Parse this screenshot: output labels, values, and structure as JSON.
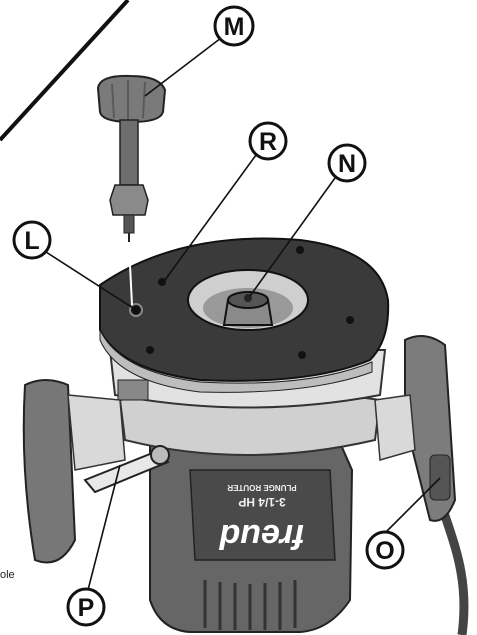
{
  "callouts": {
    "m": "M",
    "r": "R",
    "n": "N",
    "l": "L",
    "p": "P",
    "o": "O"
  },
  "product": {
    "brand": "freud",
    "model_line1": "3-1/4 HP",
    "model_line2": "PLUNGE ROUTER"
  },
  "text_fragment": "ole",
  "colors": {
    "line": "#111111",
    "metal_light": "#d8d8d8",
    "plastic_dark": "#555555",
    "plastic_mid": "#8a8a8a",
    "base_plate": "#3a3a3a"
  }
}
